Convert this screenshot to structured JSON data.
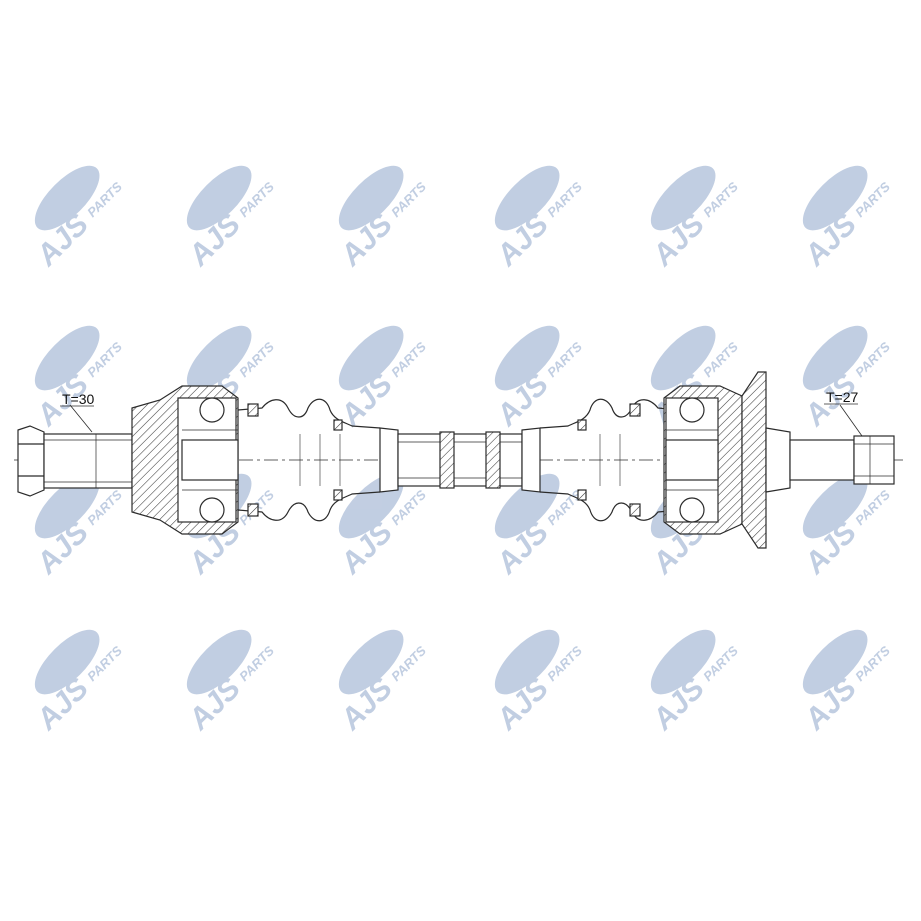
{
  "watermark": {
    "brand": "AJS",
    "suffix": "PARTS",
    "color": "#b7c6dd"
  },
  "drawing": {
    "line_color": "#2b2b2b",
    "hatch_color": "#3a3a3a",
    "background": "#ffffff",
    "left_spline_label": "T=30",
    "right_spline_label": "T=27"
  }
}
